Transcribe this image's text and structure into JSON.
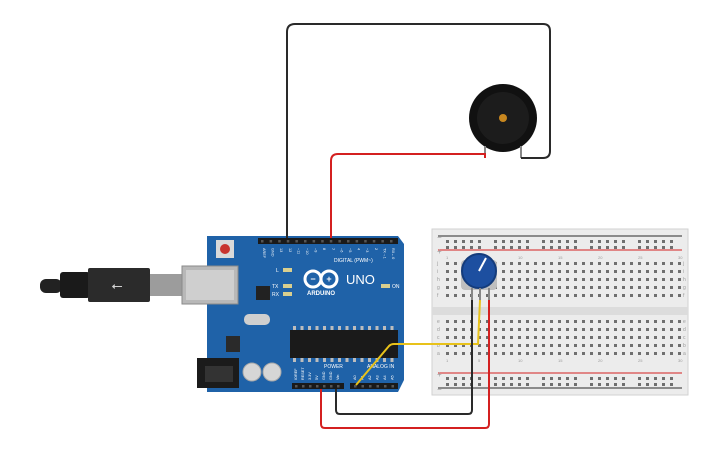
{
  "board": {
    "brand": "ARDUINO",
    "model": "UNO",
    "digital_header": "DIGITAL (PWM~)",
    "power_header": "POWER",
    "analog_header": "ANALOG IN",
    "on_label": "ON",
    "led_labels": [
      "L",
      "TX",
      "RX"
    ],
    "digital_pins": [
      "AREF",
      "GND",
      "13",
      "12",
      "~11",
      "~10",
      "~9",
      "8",
      "7",
      "~6",
      "~5",
      "4",
      "~3",
      "2",
      "TX→1",
      "RX←0"
    ],
    "power_pins": [
      "IOREF",
      "RESET",
      "3.3V",
      "5V",
      "GND",
      "GND",
      "Vin"
    ],
    "analog_pins": [
      "A0",
      "A1",
      "A2",
      "A3",
      "A4",
      "A5"
    ]
  },
  "breadboard": {
    "rail_sign_plus": "+",
    "rail_sign_minus": "−",
    "rows_top": [
      "j",
      "i",
      "h",
      "g",
      "f"
    ],
    "rows_bottom": [
      "e",
      "d",
      "c",
      "b",
      "a"
    ],
    "column_numbers": [
      "1",
      "5",
      "10",
      "15",
      "20",
      "25",
      "30"
    ]
  },
  "colors": {
    "board": "#1f62a8",
    "wire_black": "#2a2a2a",
    "wire_red": "#d42020",
    "wire_yellow": "#e8c21a",
    "pot_knob": "#1d4fa0",
    "buzzer": "#111111"
  }
}
